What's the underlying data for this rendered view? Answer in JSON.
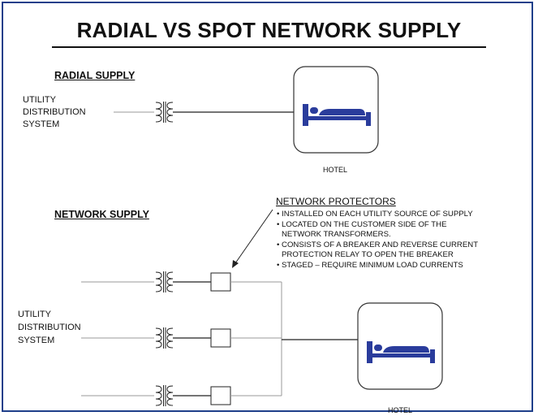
{
  "title": "RADIAL VS SPOT NETWORK SUPPLY",
  "radial": {
    "heading": "RADIAL SUPPLY",
    "source_lines": [
      "UTILITY",
      "DISTRIBUTION",
      "SYSTEM"
    ],
    "load_label": "HOTEL",
    "load_icon": "bed-icon"
  },
  "network": {
    "heading": "NETWORK SUPPLY",
    "source_lines": [
      "UTILITY",
      "DISTRIBUTION",
      "SYSTEM"
    ],
    "load_label": "HOTEL",
    "load_icon": "bed-icon"
  },
  "protectors": {
    "heading": "NETWORK PROTECTORS",
    "items": [
      "• INSTALLED ON EACH UTILITY SOURCE OF SUPPLY",
      "• LOCATED ON THE CUSTOMER SIDE OF THE",
      "NETWORK TRANSFORMERS.",
      "• CONSISTS OF A BREAKER AND REVERSE CURRENT",
      "PROTECTION RELAY TO OPEN THE BREAKER",
      "• STAGED  – REQUIRE MINIMUM LOAD CURRENTS"
    ]
  },
  "colors": {
    "frame": "#1f3f8a",
    "bed": "#2a3c9c",
    "line": "#9a9a9a"
  }
}
